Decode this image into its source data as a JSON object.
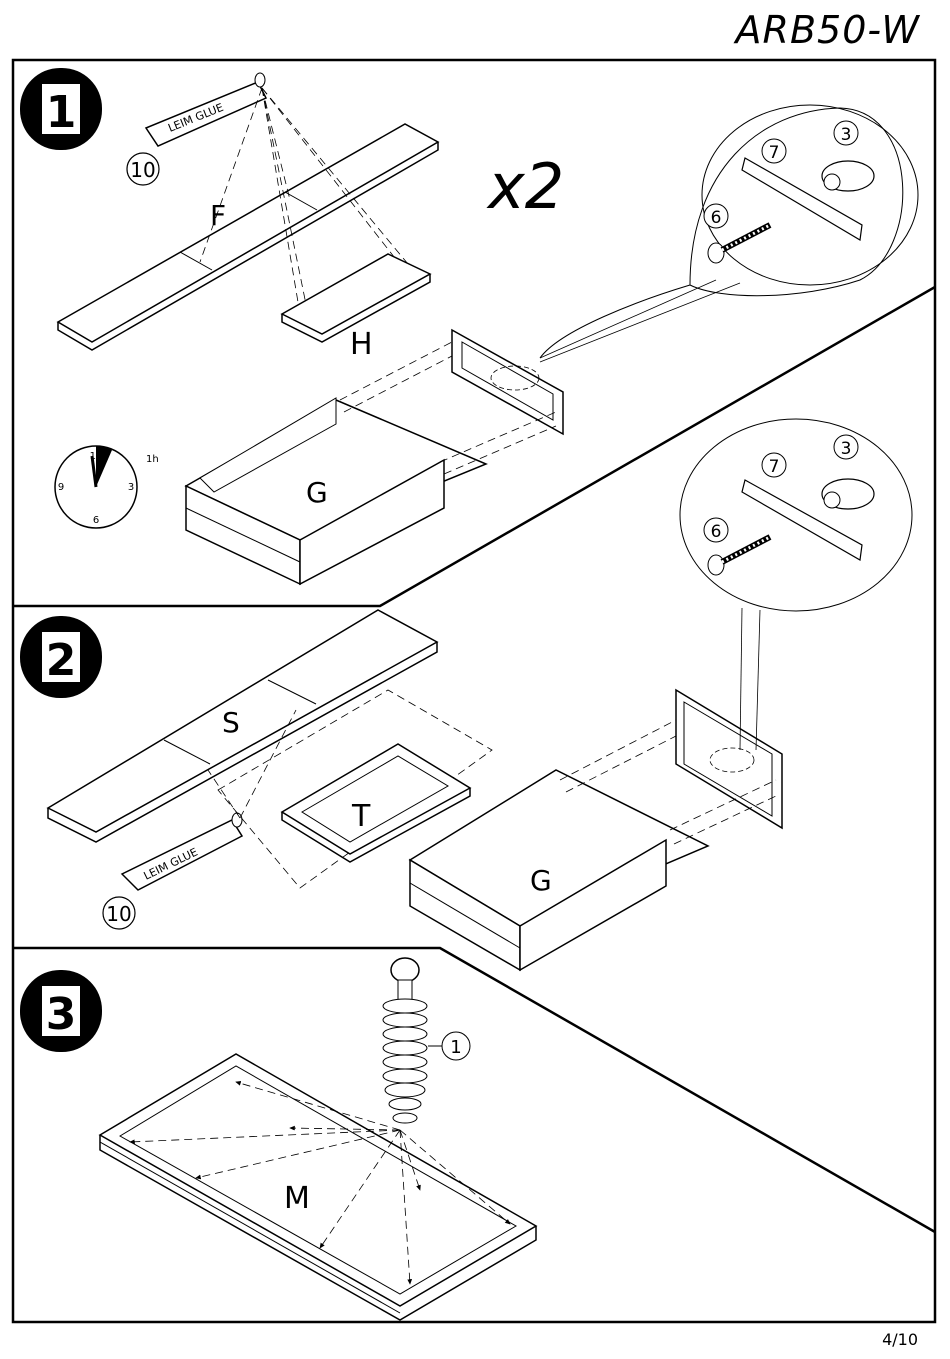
{
  "document": {
    "code": "ARB50-W",
    "page": "4/10"
  },
  "steps": [
    {
      "number": "1",
      "multiplier": "x2",
      "glue_label": "LEIM GLUE",
      "glue_part": "10",
      "parts": [
        "F",
        "H",
        "G"
      ],
      "hardware": [
        "7",
        "3",
        "6"
      ],
      "clock": {
        "numbers": [
          "12",
          "3",
          "6",
          "9"
        ],
        "duration": "1h"
      }
    },
    {
      "number": "2",
      "glue_label": "LEIM GLUE",
      "glue_part": "10",
      "parts": [
        "S",
        "T",
        "G"
      ],
      "hardware": [
        "7",
        "3",
        "6"
      ]
    },
    {
      "number": "3",
      "parts": [
        "M"
      ],
      "hardware": [
        "1"
      ]
    }
  ],
  "colors": {
    "ink": "#000000",
    "paper": "#ffffff"
  }
}
